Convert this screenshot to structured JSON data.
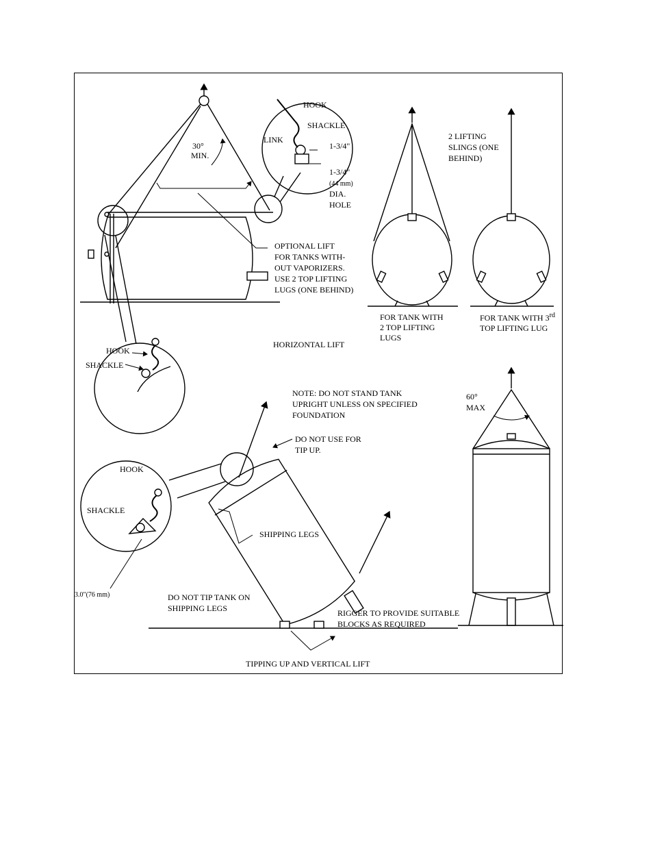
{
  "labels": {
    "hook_1": "HOOK",
    "shackle_1": "SHACKLE",
    "link": "LINK",
    "dim_a": "1-3/4\"",
    "dim_b": "1-3/4\"",
    "dim_b_mm": "(44 mm)",
    "dia": "DIA.",
    "hole": "HOLE",
    "angle_30": "30°",
    "angle_30_min": "MIN.",
    "optional_lift": [
      "OPTIONAL LIFT",
      "FOR TANKS WITH-",
      "OUT VAPORIZERS.",
      "USE 2 TOP LIFTING",
      "LUGS (ONE BEHIND)"
    ],
    "two_slings": [
      "2 LIFTING",
      "SLINGS (ONE",
      "BEHIND)"
    ],
    "hook_2": "HOOK",
    "shackle_2": "SHACKLE",
    "horizontal_lift": "HORIZONTAL LIFT",
    "two_lugs": [
      "FOR TANK WITH",
      "2 TOP LIFTING",
      "LUGS"
    ],
    "third_lug_a": "FOR TANK WITH 3",
    "third_lug_sup": "rd",
    "third_lug_b": "TOP LIFTING LUG",
    "note": [
      "NOTE: DO NOT STAND TANK",
      "UPRIGHT UNLESS ON SPECIFIED",
      "FOUNDATION"
    ],
    "do_not_use": [
      "DO NOT USE FOR",
      "TIP UP."
    ],
    "angle_60": "60°",
    "angle_60_max": "MAX",
    "hook_3": "HOOK",
    "shackle_3": "SHACKLE",
    "shipping_legs": "SHIPPING LEGS",
    "dim_3": "3.0\"(76 mm)",
    "do_not_tip": [
      "DO NOT TIP TANK ON",
      "SHIPPING LEGS"
    ],
    "rigger": [
      "RIGGER TO PROVIDE SUITABLE",
      "BLOCKS AS REQUIRED"
    ],
    "tipping_up": "TIPPING UP AND VERTICAL LIFT"
  }
}
